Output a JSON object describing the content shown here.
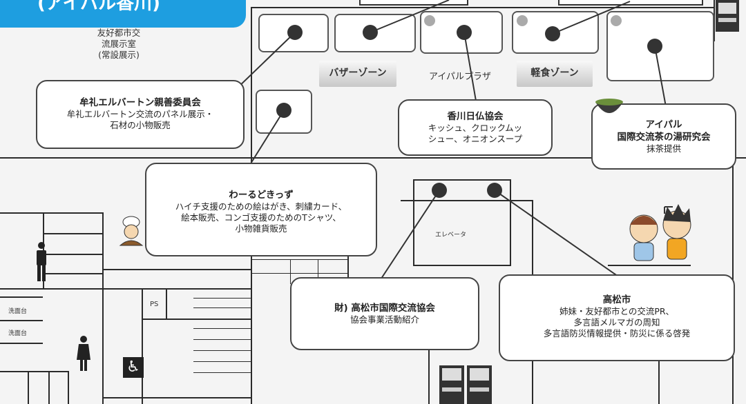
{
  "header_tag": "(アイパル香川)",
  "rooms": {
    "exchange_room": "友好都市交\n流展示室\n(常設展示)",
    "bazaar_zone": "バザーゾーン",
    "ipal_plaza": "アイパルプラザ",
    "snack_zone": "軽食ゾーン",
    "elevator": "エレベータ",
    "ps": "PS",
    "washstand_1": "洗面台",
    "washstand_2": "洗面台"
  },
  "booths": [
    {
      "title": "牟礼エルバートン親善委員会",
      "desc": "牟礼エルバートン交流のパネル展示・\n石材の小物販売"
    },
    {
      "title": "香川日仏協会",
      "desc": "キッシュ、クロックムッ\nシュー、オニオンスープ"
    },
    {
      "title": "アイパル\n国際交流茶の湯研究会",
      "desc": "抹茶提供"
    },
    {
      "title": "わーるどきっず",
      "desc": "ハイチ支援のための絵はがき、刺繍カード、\n絵本販売、コンゴ支援のためのTシャツ、\n小物雑貨販売"
    },
    {
      "title": "財) 高松市国際交流協会",
      "desc": "協会事業活動紹介"
    },
    {
      "title": "高松市",
      "desc": "姉妹・友好都市との交流PR、\n多言語メルマガの周知\n多言語防災情報提供・防災に係る啓発"
    }
  ],
  "icons": [
    "male-restroom-icon",
    "female-restroom-icon",
    "wheelchair-icon",
    "vending-machine-icon",
    "chef-icon",
    "tea-bowl-icon",
    "children-icon"
  ]
}
